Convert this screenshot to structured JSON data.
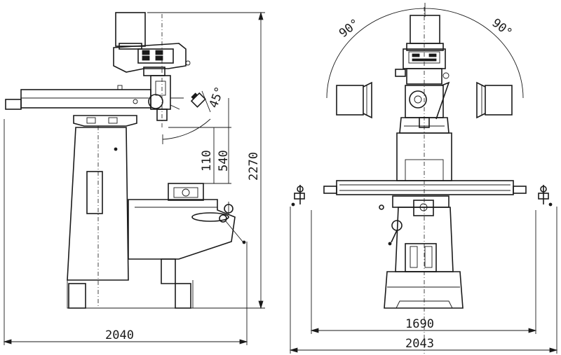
{
  "views": {
    "side": {
      "dimensions": {
        "overall_length": "2040",
        "overall_height": "2270",
        "table_gap_min": "110",
        "table_gap_max": "540",
        "head_tilt": "45°"
      }
    },
    "front": {
      "dimensions": {
        "table_width_span": "1690",
        "overall_width": "2043",
        "turret_left": "90°",
        "turret_right": "90°"
      }
    }
  }
}
